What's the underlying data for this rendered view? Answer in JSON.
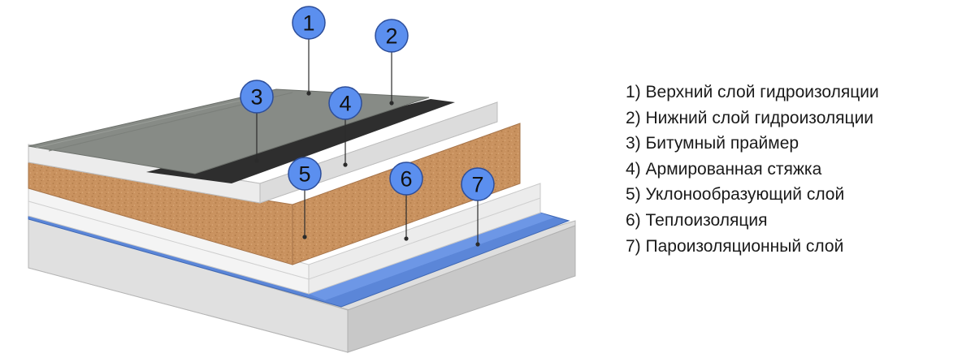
{
  "diagram": {
    "colors": {
      "base": "#dcdcdc",
      "base_dark": "#c6c6c6",
      "vapor_barrier": "#5b86d8",
      "insulation": "#f2f2f2",
      "slope_layer": "#c9925f",
      "screed": "#e4e4e4",
      "primer": "#2e2e2e",
      "waterproofing": "#878b86",
      "badge_fill": "#5b8fef",
      "badge_stroke": "#2d4e9a"
    },
    "badges": [
      "1",
      "2",
      "3",
      "4",
      "5",
      "6",
      "7"
    ]
  },
  "legend": {
    "items": [
      "1) Верхний слой гидроизоляции",
      "2) Нижний слой гидроизоляции",
      "3) Битумный праймер",
      "4) Армированная стяжка",
      "5) Уклонообразующий слой",
      "6) Теплоизоляция",
      "7) Пароизоляционный слой"
    ]
  }
}
